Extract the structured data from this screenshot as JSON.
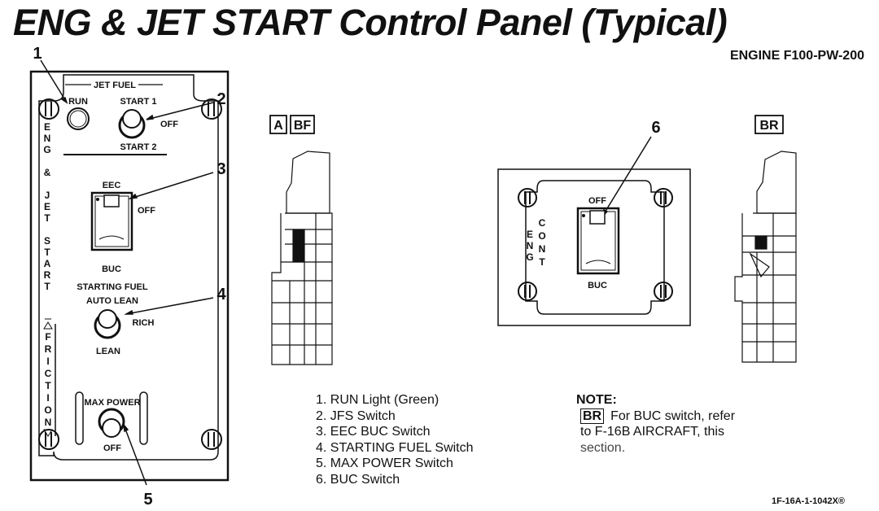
{
  "title": "ENG & JET START Control Panel (Typical)",
  "engine_label": "ENGINE F100-PW-200",
  "main_panel": {
    "vertical_label": [
      "E",
      "N",
      "G",
      "&",
      "J",
      "E",
      "T",
      "S",
      "T",
      "A",
      "R",
      "T"
    ],
    "friction_label": [
      "F",
      "R",
      "I",
      "C",
      "T",
      "I",
      "O",
      "N"
    ],
    "jet_fuel": "JET FUEL",
    "run": "RUN",
    "start1": "START 1",
    "jfs_off": "OFF",
    "start2": "START 2",
    "eec": "EEC",
    "eec_off": "OFF",
    "buc": "BUC",
    "starting_fuel": "STARTING FUEL",
    "auto_lean": "AUTO LEAN",
    "rich": "RICH",
    "lean": "LEAN",
    "max_power": "MAX POWER",
    "max_off": "OFF"
  },
  "callouts": [
    "1",
    "2",
    "3",
    "4",
    "5",
    "6"
  ],
  "variant_labels": {
    "a": "A",
    "bf": "BF",
    "br": "BR"
  },
  "buc_panel": {
    "off": "OFF",
    "buc": "BUC",
    "eng": [
      "E",
      "N",
      "G"
    ],
    "cont": [
      "C",
      "O",
      "N",
      "T"
    ]
  },
  "legend": [
    "1. RUN Light (Green)",
    "2. JFS Switch",
    "3. EEC BUC Switch",
    "4. STARTING FUEL Switch",
    "5. MAX POWER Switch",
    "6. BUC Switch"
  ],
  "note": {
    "heading": "NOTE:",
    "badge": "BR",
    "lines": [
      "For BUC switch, refer",
      "to F-16B AIRCRAFT, this",
      "section."
    ]
  },
  "footer": "1F-16A-1-1042X®"
}
